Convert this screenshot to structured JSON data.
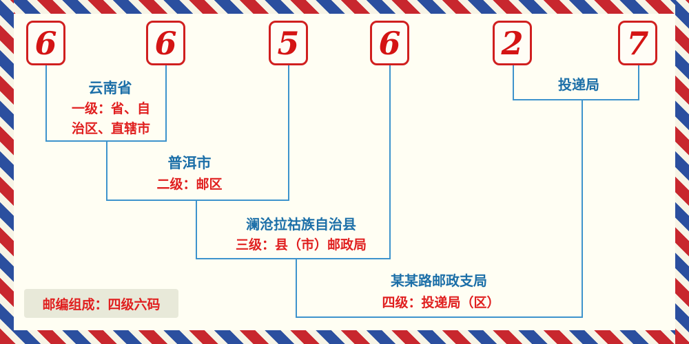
{
  "diagram_title": "postal-code-structure",
  "postal_code": "665627",
  "digits": [
    "6",
    "6",
    "5",
    "6",
    "2",
    "7"
  ],
  "levels": [
    {
      "place": "云南省",
      "desc": "一级：省、自治区、直辖市"
    },
    {
      "place": "普洱市",
      "desc": "二级：邮区"
    },
    {
      "place": "澜沧拉祜族自治县",
      "desc": "三级：县（市）邮政局"
    },
    {
      "place": "某某路邮政支局",
      "desc": "四级：投递局（区）"
    },
    {
      "place": "投递局"
    }
  ],
  "footer": {
    "composition": "邮编组成：四级六码"
  },
  "colors": {
    "digit_red": "#d41414",
    "label_blue": "#1c6fa8",
    "desc_red": "#e01f1f",
    "line_blue": "#3d93cc",
    "stripe_red": "#c8272e",
    "stripe_blue": "#2b4f9f",
    "background": "#fffef3"
  }
}
